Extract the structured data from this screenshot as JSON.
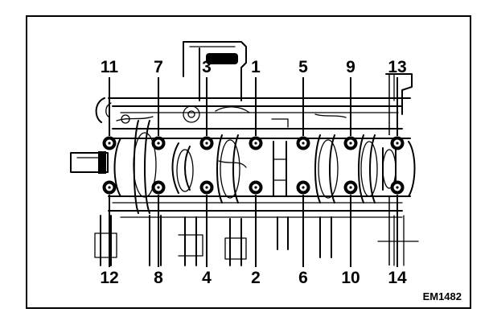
{
  "diagram": {
    "figure_code": "EM1482",
    "bolts": [
      {
        "top_label": "11",
        "bottom_label": "12"
      },
      {
        "top_label": "7",
        "bottom_label": "8"
      },
      {
        "top_label": "3",
        "bottom_label": "4"
      },
      {
        "top_label": "1",
        "bottom_label": "2"
      },
      {
        "top_label": "5",
        "bottom_label": "6"
      },
      {
        "top_label": "9",
        "bottom_label": "10"
      },
      {
        "top_label": "13",
        "bottom_label": "14"
      }
    ]
  }
}
